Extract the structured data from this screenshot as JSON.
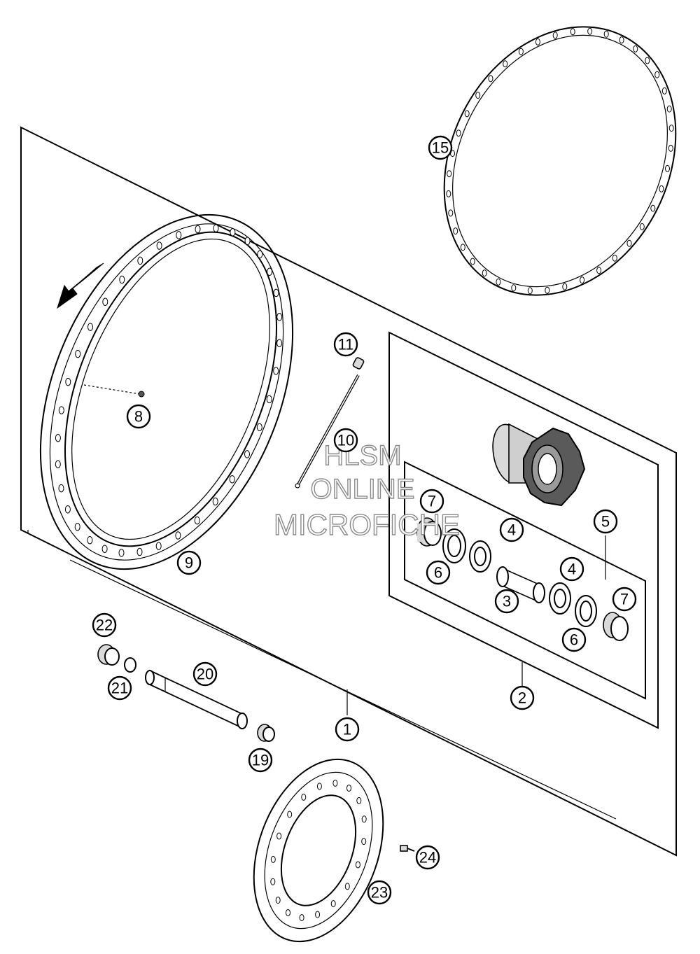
{
  "watermark": {
    "line1": "HLSM",
    "line2": "ONLINE",
    "line3": "MICROFICHE"
  },
  "callouts": {
    "c1": "1",
    "c2": "2",
    "c3": "3",
    "c4a": "4",
    "c4b": "4",
    "c5": "5",
    "c6a": "6",
    "c6b": "6",
    "c7a": "7",
    "c7b": "7",
    "c8": "8",
    "c9": "9",
    "c10": "10",
    "c11": "11",
    "c15": "15",
    "c19": "19",
    "c20": "20",
    "c21": "21",
    "c22": "22",
    "c23": "23",
    "c24": "24"
  },
  "colors": {
    "line": "#000000",
    "watermark_stroke": "#8a8a8a",
    "background": "#ffffff"
  }
}
